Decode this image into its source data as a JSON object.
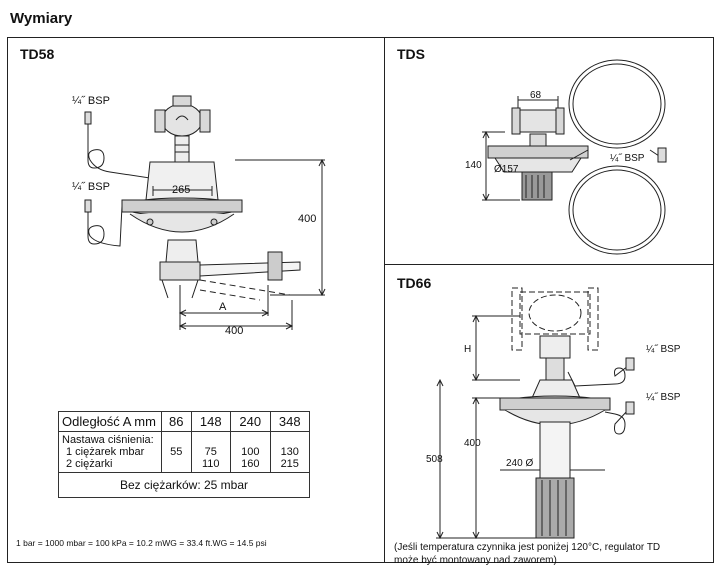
{
  "page": {
    "title": "Wymiary"
  },
  "td58": {
    "title": "TD58",
    "labels": {
      "bsp_top": "¼˝ BSP",
      "bsp_mid": "¼˝ BSP",
      "dim_265": "265",
      "dim_400_vertical": "400",
      "dim_A": "A",
      "dim_400_horizontal": "400"
    },
    "table": {
      "header_label": "Odległość A mm",
      "columns": [
        "86",
        "148",
        "240",
        "348"
      ],
      "pressure_label": "Nastawa ciśnienia:",
      "row1_label": "1 ciężarek mbar",
      "row2_label": "2 ciężarki",
      "row1_values": [
        "55",
        "75",
        "100",
        "130"
      ],
      "row2_values": [
        "",
        "110",
        "160",
        "215"
      ],
      "footer": "Bez ciężarków: 25 mbar"
    },
    "footnote": "1 bar = 1000 mbar = 100 kPa = 10.2 mWG = 33.4 ft.WG = 14.5 psi"
  },
  "tds": {
    "title": "TDS",
    "labels": {
      "dim_68": "68",
      "dim_140": "140",
      "dim_157": "Ø157",
      "bsp": "¼˝ BSP"
    }
  },
  "td66": {
    "title": "TD66",
    "labels": {
      "dim_H": "H",
      "bsp_top": "¼˝ BSP",
      "bsp_mid": "¼˝ BSP",
      "dim_508": "508",
      "dim_400": "400",
      "dim_240": "240 Ø"
    },
    "caption_line1": "(Jeśli temperatura czynnika jest  poniżej 120°C, regulator TD",
    "caption_line2": "może być montowany nad zaworem)"
  }
}
